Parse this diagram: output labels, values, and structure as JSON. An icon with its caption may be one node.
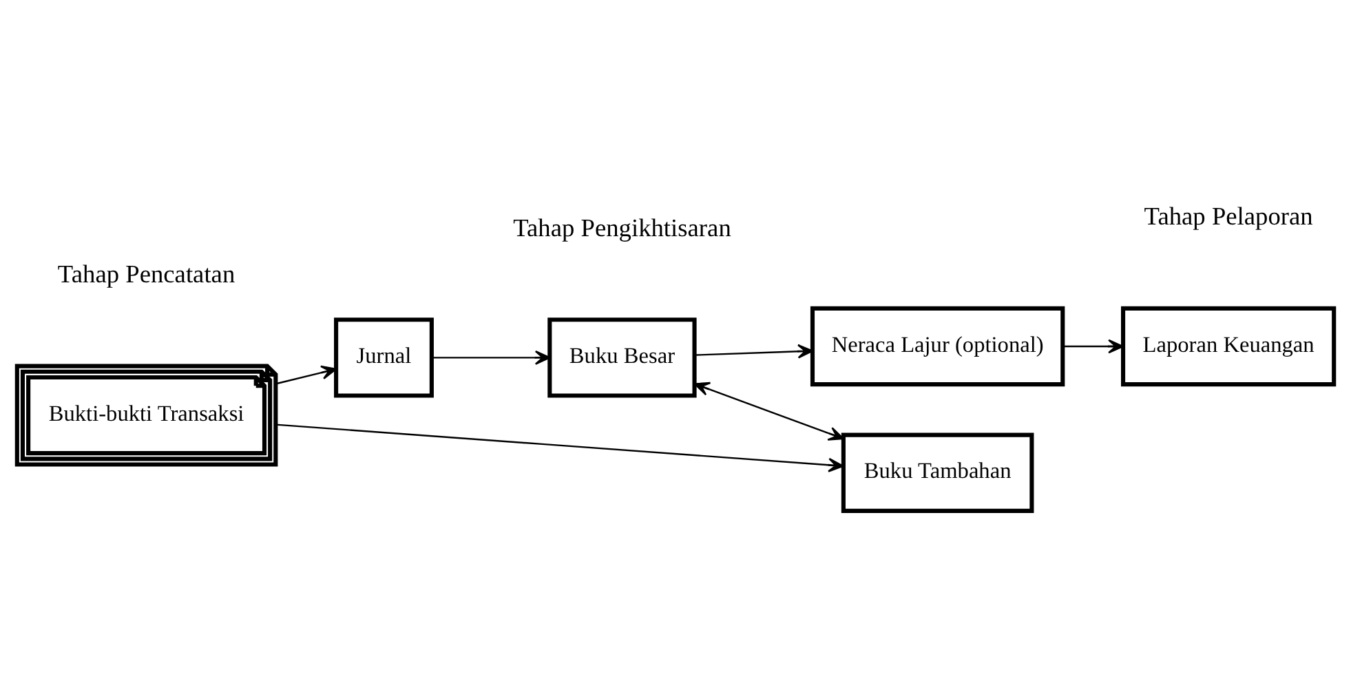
{
  "diagram": {
    "nodes": [
      {
        "text": [
          "Bukti-bukti Transaksi"
        ]
      },
      {
        "text": [
          "Jurnal"
        ]
      },
      {
        "text": [
          "Buku Besar"
        ]
      },
      {
        "text": [
          "Neraca Lajur (optional)"
        ]
      },
      {
        "text": [
          "Laporan Keuangan"
        ]
      },
      {
        "text": [
          "Buku Tambahan"
        ]
      }
    ],
    "edges": [
      {
        "from": 0,
        "to": 1,
        "arrow": "to"
      },
      {
        "from": 0,
        "to": 5,
        "arrow": "to"
      },
      {
        "from": 1,
        "to": 2,
        "arrow": "to"
      },
      {
        "from": 2,
        "to": 3,
        "arrow": "to"
      },
      {
        "from": 3,
        "to": 4,
        "arrow": "to"
      },
      {
        "from": 2,
        "to": 5,
        "arrow": "both"
      }
    ],
    "labels": [
      "Tahap Pencatatan",
      "Tahap Pengikhtisaran",
      "Tahap Pelaporan"
    ]
  }
}
